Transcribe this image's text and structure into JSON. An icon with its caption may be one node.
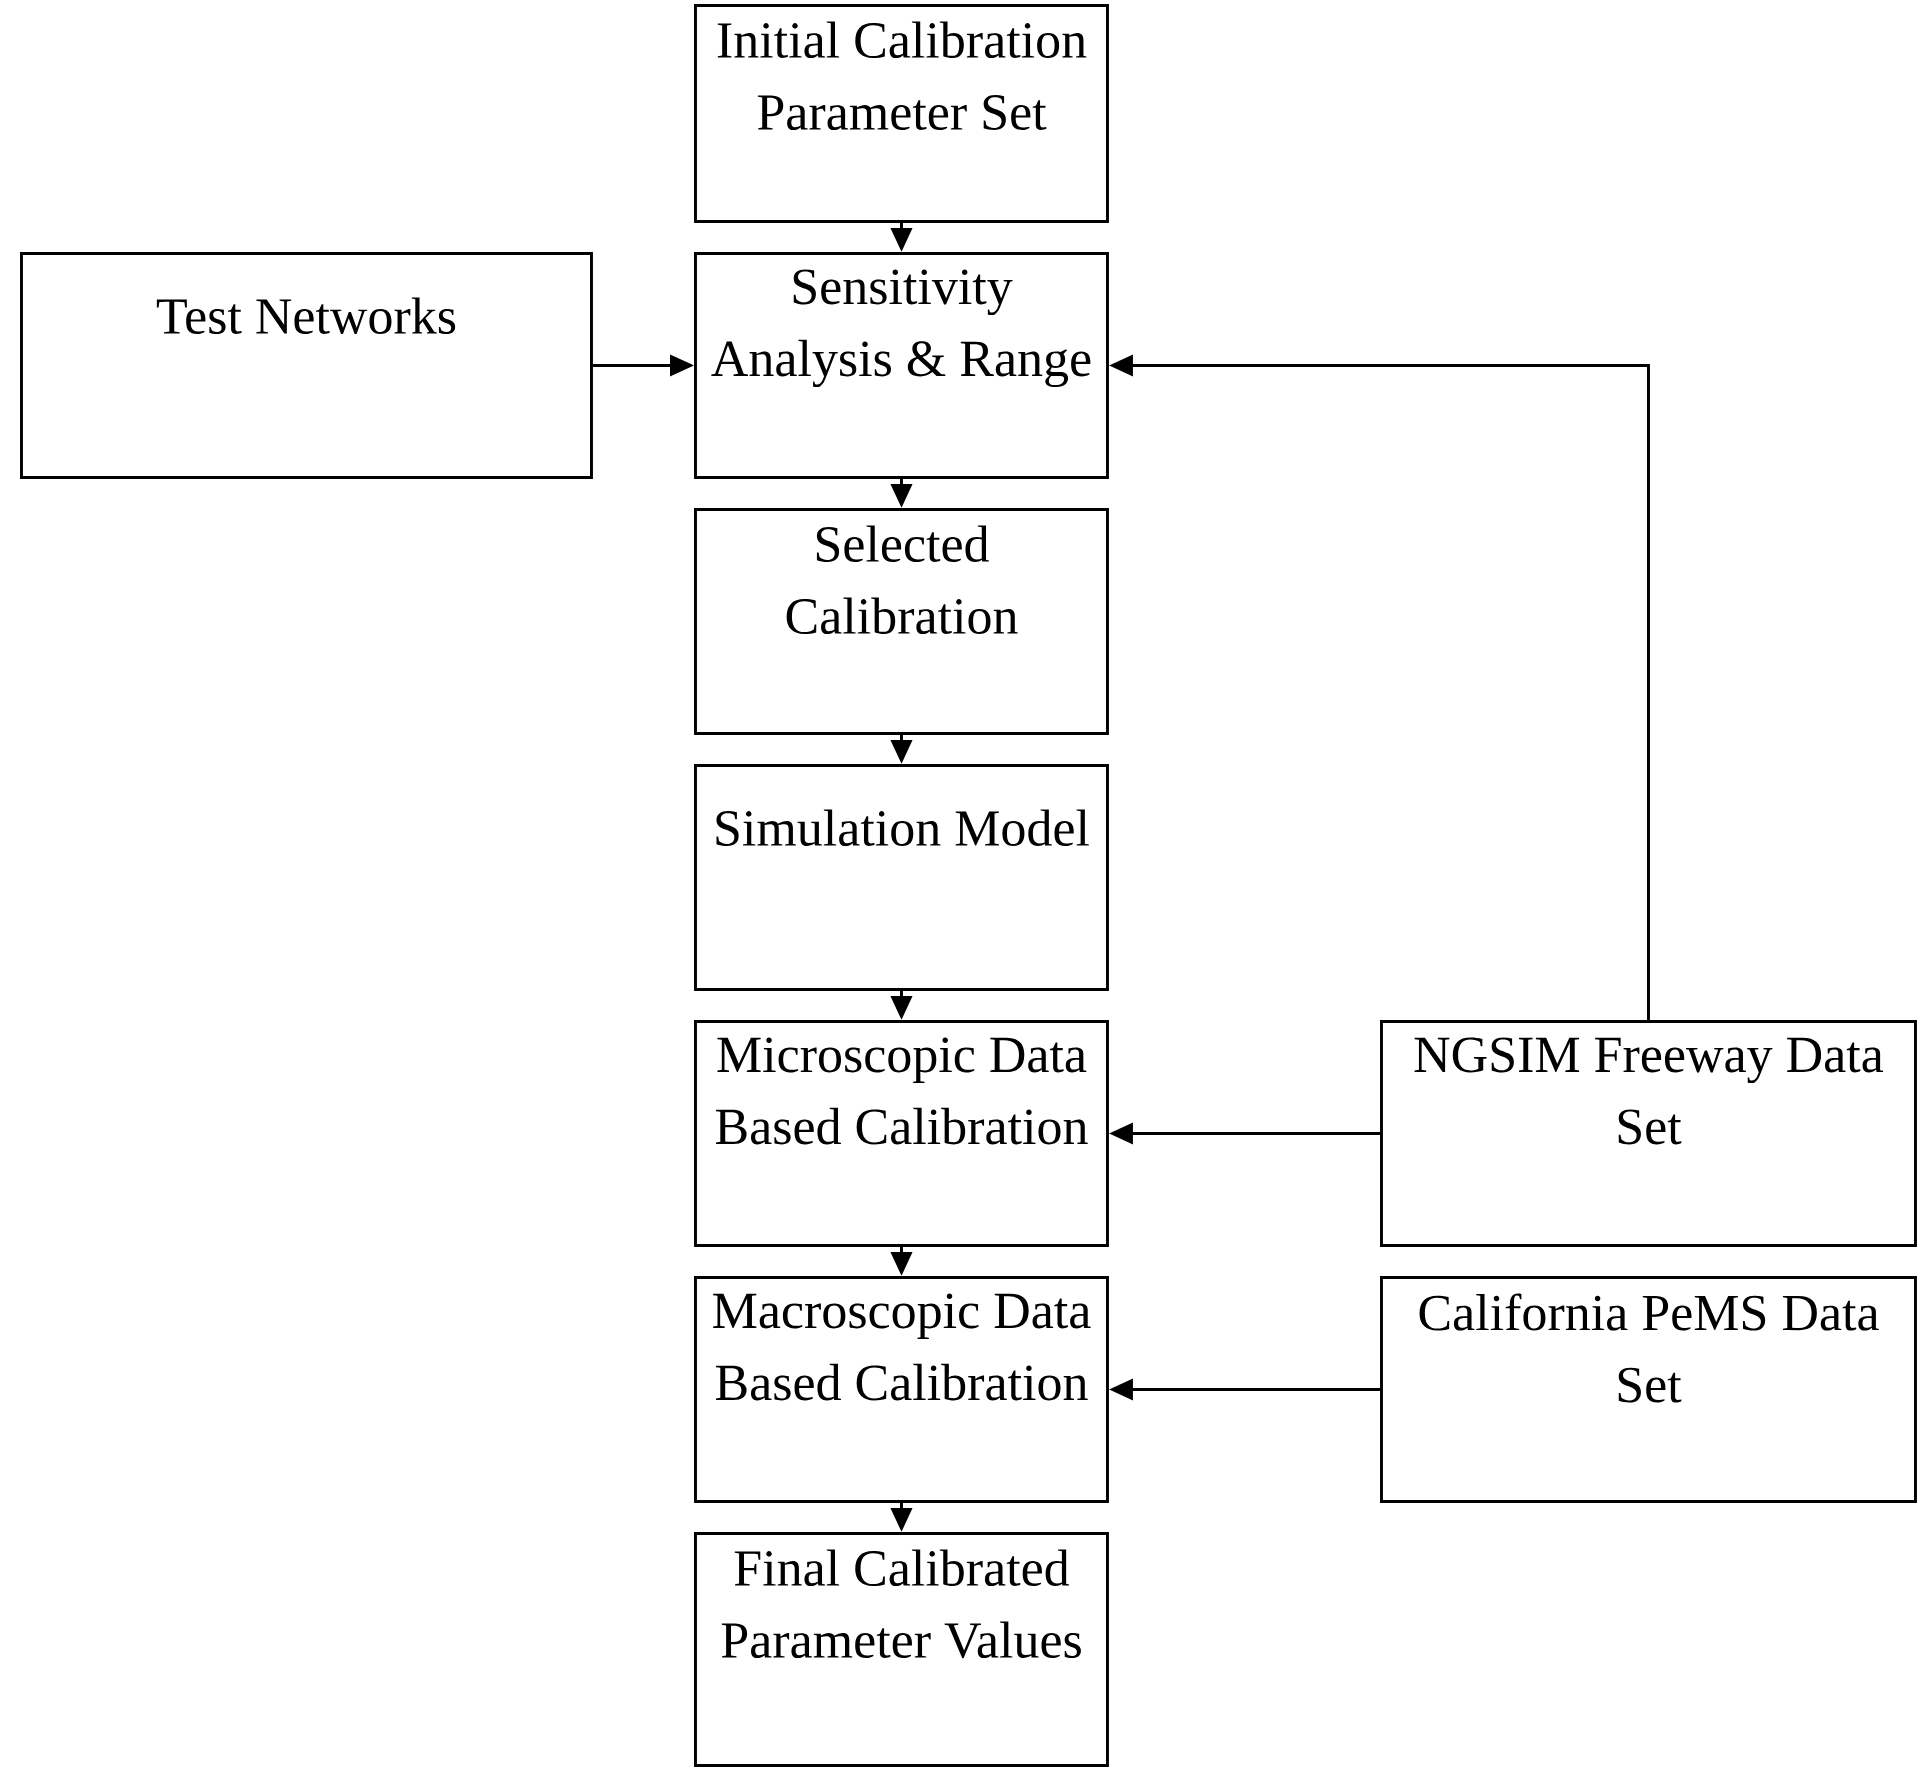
{
  "diagram": {
    "nodes": [
      {
        "text": [
          "Initial Calibration Parameter Set"
        ]
      },
      {
        "text": [
          "Test Networks"
        ]
      },
      {
        "text": [
          "Sensitivity Analysis & Range"
        ]
      },
      {
        "text": [
          "Selected Calibration"
        ]
      },
      {
        "text": [
          "Simulation Model"
        ]
      },
      {
        "text": [
          "Microscopic Data Based Calibration"
        ]
      },
      {
        "text": [
          "NGSIM Freeway Data Set"
        ]
      },
      {
        "text": [
          "Macroscopic Data Based Calibration"
        ]
      },
      {
        "text": [
          "California PeMS Data Set"
        ]
      },
      {
        "text": [
          "Final Calibrated Parameter Values"
        ]
      }
    ],
    "edges": [
      {
        "from": 0,
        "to": 2,
        "arrow": "to"
      },
      {
        "from": 1,
        "to": 2,
        "arrow": "to"
      },
      {
        "from": 6,
        "to": 2,
        "arrow": "to"
      },
      {
        "from": 2,
        "to": 3,
        "arrow": "to"
      },
      {
        "from": 3,
        "to": 4,
        "arrow": "to"
      },
      {
        "from": 4,
        "to": 5,
        "arrow": "to"
      },
      {
        "from": 6,
        "to": 5,
        "arrow": "to"
      },
      {
        "from": 5,
        "to": 7,
        "arrow": "to"
      },
      {
        "from": 8,
        "to": 7,
        "arrow": "to"
      },
      {
        "from": 7,
        "to": 9,
        "arrow": "to"
      }
    ]
  }
}
